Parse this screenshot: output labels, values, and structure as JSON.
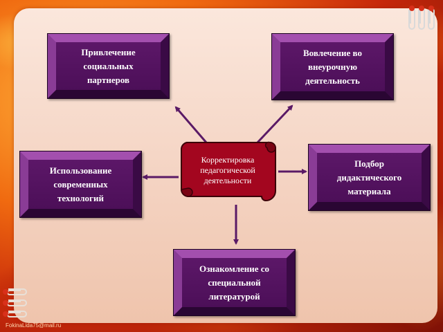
{
  "nodes": {
    "center": "Корректировка педагогической деятельности",
    "top_left": [
      "Привлечение",
      "социальных",
      "партнеров"
    ],
    "top_right": [
      "Вовлечение во",
      "внеурочную",
      "деятельность"
    ],
    "left": [
      "Использование",
      "современных",
      "технологий"
    ],
    "right": [
      "Подбор",
      "дидактического",
      "материала"
    ],
    "bottom": [
      "Ознакомление со",
      "специальной",
      "литературой"
    ]
  },
  "footer": "FokinaLida75@mail.ru",
  "colors": {
    "box_face": "#4c0f58",
    "center_fill": "#a3061f",
    "arrow": "#5a1a66"
  },
  "icons": [
    "paperclip-icon"
  ]
}
